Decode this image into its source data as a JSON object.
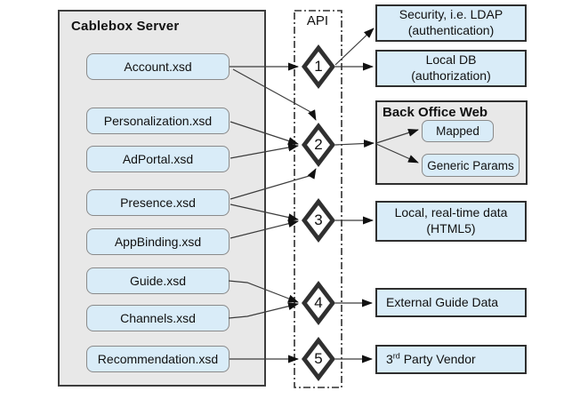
{
  "server": {
    "title": "Cablebox Server",
    "files": [
      {
        "label": "Account.xsd"
      },
      {
        "label": "Personalization.xsd"
      },
      {
        "label": "AdPortal.xsd"
      },
      {
        "label": "Presence.xsd"
      },
      {
        "label": "AppBinding.xsd"
      },
      {
        "label": "Guide.xsd"
      },
      {
        "label": "Channels.xsd"
      },
      {
        "label": "Recommendation.xsd"
      }
    ]
  },
  "api": {
    "label": "API",
    "nodes": [
      {
        "label": "1"
      },
      {
        "label": "2"
      },
      {
        "label": "3"
      },
      {
        "label": "4"
      },
      {
        "label": "5"
      }
    ]
  },
  "targets": {
    "security": {
      "line1": "Security, i.e. LDAP",
      "line2": "(authentication)"
    },
    "local_db": {
      "line1": "Local DB",
      "line2": "(authorization)"
    },
    "back_office": {
      "title": "Back Office Web",
      "mapped_label": "Mapped",
      "generic_label": "Generic Params"
    },
    "realtime": {
      "line1": "Local, real-time data",
      "line2": "(HTML5)"
    },
    "external_guide": {
      "label": "External Guide Data"
    },
    "third_party": {
      "prefix": "3",
      "superscript": "rd",
      "rest": " Party Vendor"
    }
  },
  "colors": {
    "node_fill": "#d9ecf8",
    "panel_fill": "#e8e8e8",
    "node_border": "#8a8a8a",
    "outline": "#2f2f2f",
    "diamond_fill": "#303030",
    "connector": "#3c3c3c"
  }
}
